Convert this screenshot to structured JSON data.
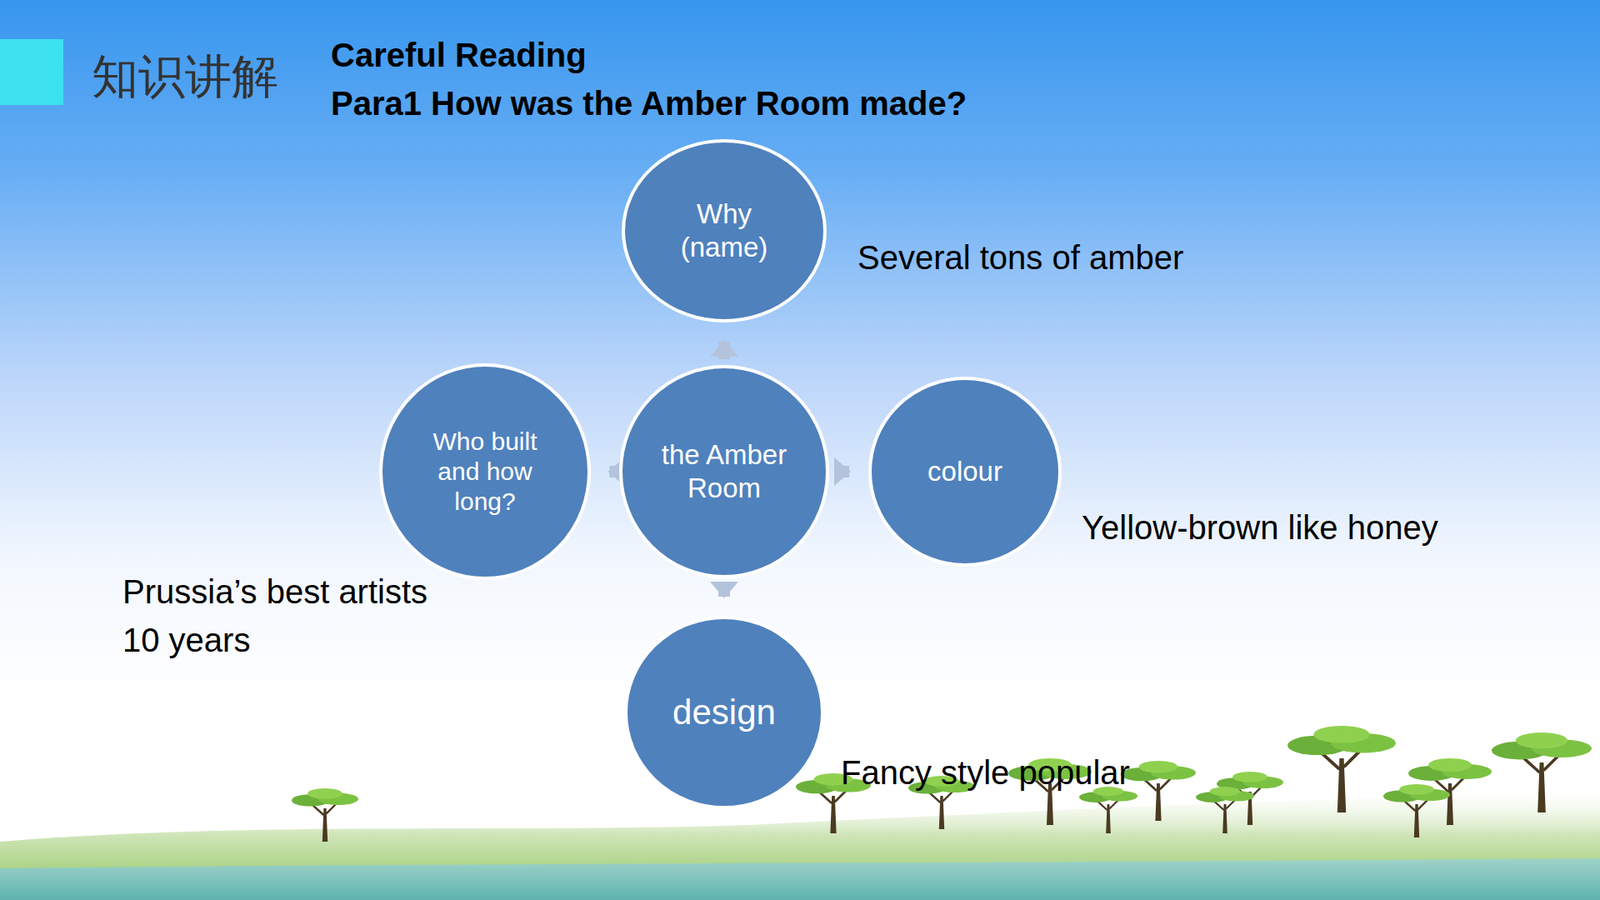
{
  "diagram": {
    "title": "Careful Reading",
    "nodes": [
      {
        "text": [
          "the Amber Room"
        ]
      },
      {
        "text": [
          "Why (name)"
        ]
      },
      {
        "text": [
          "colour"
        ]
      },
      {
        "text": [
          "design"
        ]
      },
      {
        "text": [
          "Who built and how long?"
        ]
      }
    ],
    "edges": [
      {
        "from": 0,
        "to": 1,
        "arrow": "to"
      },
      {
        "from": 0,
        "to": 2,
        "arrow": "to"
      },
      {
        "from": 0,
        "to": 3,
        "arrow": "to"
      },
      {
        "from": 0,
        "to": 4,
        "arrow": "to"
      }
    ],
    "labels": [
      "知识讲解",
      "Para1 How was the Amber Room made?",
      "Several tons of amber",
      "Yellow-brown like honey",
      "Prussia’s best artists",
      "10 years",
      "Fancy style popular"
    ]
  }
}
